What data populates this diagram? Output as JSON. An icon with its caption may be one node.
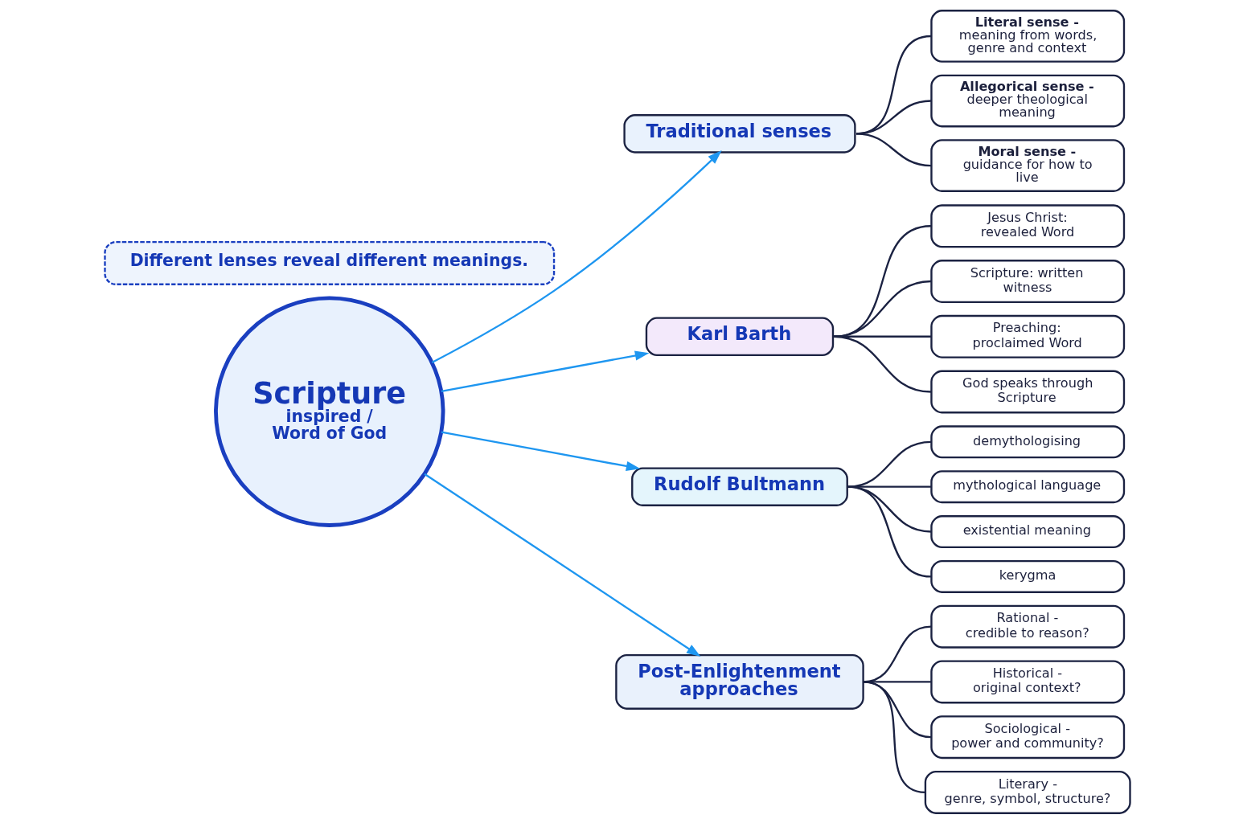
{
  "diagram": {
    "nodes": [
      {
        "text": [
          "Scripture",
          "inspired / Word of God"
        ]
      },
      {
        "text": [
          "Traditional senses"
        ]
      },
      {
        "text": [
          "Literal sense -",
          "meaning from words, genre and context"
        ]
      },
      {
        "text": [
          "Allegorical sense -",
          "deeper theological meaning"
        ]
      },
      {
        "text": [
          "Moral sense -",
          "guidance for how to live"
        ]
      },
      {
        "text": [
          "Karl Barth"
        ]
      },
      {
        "text": [
          "Jesus Christ: revealed Word"
        ]
      },
      {
        "text": [
          "Scripture: written witness"
        ]
      },
      {
        "text": [
          "Preaching: proclaimed Word"
        ]
      },
      {
        "text": [
          "God speaks through Scripture"
        ]
      },
      {
        "text": [
          "Rudolf Bultmann"
        ]
      },
      {
        "text": [
          "demythologising"
        ]
      },
      {
        "text": [
          "mythological language"
        ]
      },
      {
        "text": [
          "existential meaning"
        ]
      },
      {
        "text": [
          "kerygma"
        ]
      },
      {
        "text": [
          "Post-Enlightenment approaches"
        ]
      },
      {
        "text": [
          "Rational -",
          "credible to reason?"
        ]
      },
      {
        "text": [
          "Historical -",
          "original context?"
        ]
      },
      {
        "text": [
          "Sociological -",
          "power and community?"
        ]
      },
      {
        "text": [
          "Literary -",
          "genre, symbol, structure?"
        ]
      },
      {
        "text": [
          "Different lenses reveal different meanings."
        ]
      }
    ],
    "edges": [
      {
        "from": 0,
        "to": 1,
        "arrow": "to",
        "color": "#1e96f0"
      },
      {
        "from": 0,
        "to": 5,
        "arrow": "to",
        "color": "#1e96f0"
      },
      {
        "from": 0,
        "to": 10,
        "arrow": "to",
        "color": "#1e96f0"
      },
      {
        "from": 0,
        "to": 15,
        "arrow": "to",
        "color": "#1e96f0"
      },
      {
        "from": 1,
        "to": 2,
        "arrow": "none"
      },
      {
        "from": 1,
        "to": 3,
        "arrow": "none"
      },
      {
        "from": 1,
        "to": 4,
        "arrow": "none"
      },
      {
        "from": 5,
        "to": 6,
        "arrow": "none"
      },
      {
        "from": 5,
        "to": 7,
        "arrow": "none"
      },
      {
        "from": 5,
        "to": 8,
        "arrow": "none"
      },
      {
        "from": 5,
        "to": 9,
        "arrow": "none"
      },
      {
        "from": 10,
        "to": 11,
        "arrow": "none"
      },
      {
        "from": 10,
        "to": 12,
        "arrow": "none"
      },
      {
        "from": 10,
        "to": 13,
        "arrow": "none"
      },
      {
        "from": 10,
        "to": 14,
        "arrow": "none"
      },
      {
        "from": 15,
        "to": 16,
        "arrow": "none"
      },
      {
        "from": 15,
        "to": 17,
        "arrow": "none"
      },
      {
        "from": 15,
        "to": 18,
        "arrow": "none"
      },
      {
        "from": 15,
        "to": 19,
        "arrow": "none"
      }
    ]
  }
}
